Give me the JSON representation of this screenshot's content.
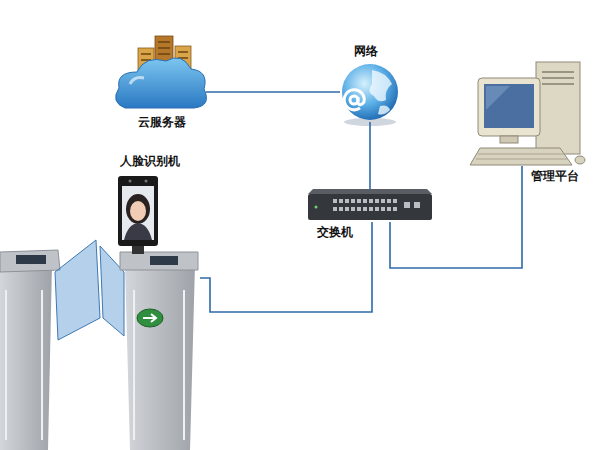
{
  "diagram": {
    "nodes": [
      {
        "text": [
          "云服务器"
        ]
      },
      {
        "text": [
          "网络"
        ]
      },
      {
        "text": [
          "管理平台"
        ]
      },
      {
        "text": [
          "人脸识别机"
        ]
      },
      {
        "text": [
          "交换机"
        ]
      }
    ],
    "edges": [
      {
        "from": 0,
        "to": 1,
        "arrow": "none"
      },
      {
        "from": 1,
        "to": 4,
        "arrow": "none"
      },
      {
        "from": 3,
        "to": 4,
        "arrow": "none"
      },
      {
        "from": 4,
        "to": 2,
        "arrow": "none"
      }
    ]
  }
}
